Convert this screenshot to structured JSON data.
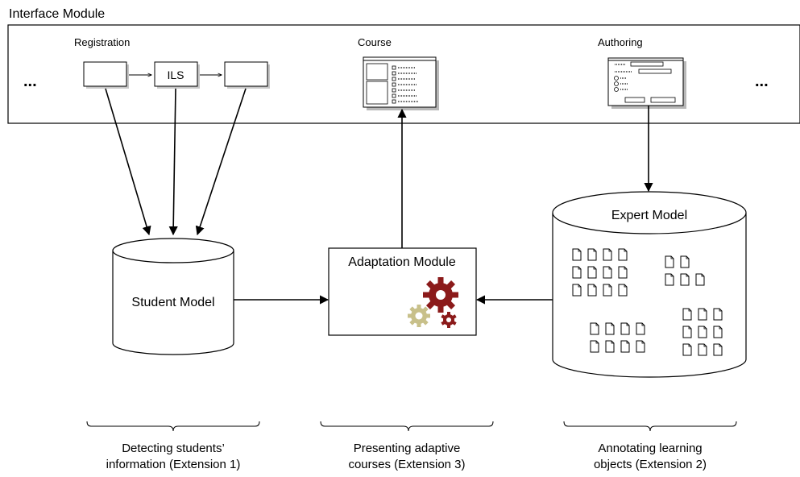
{
  "interface_module": {
    "title": "Interface Module",
    "left_ellipsis": "...",
    "right_ellipsis": "...",
    "registration": {
      "label": "Registration",
      "middle_box": "ILS"
    },
    "course": {
      "label": "Course"
    },
    "authoring": {
      "label": "Authoring"
    }
  },
  "student_model": {
    "label": "Student Model"
  },
  "adaptation_module": {
    "label": "Adaptation Module"
  },
  "expert_model": {
    "label": "Expert Model"
  },
  "captions": {
    "left": "Detecting students’\ninformation (Extension 1)",
    "middle": "Presenting adaptive\ncourses (Extension 3)",
    "right": "Annotating learning\nobjects (Extension 2)"
  },
  "colors": {
    "gear_large": "#8b1a1a",
    "gear_small": "#c8c08a",
    "line": "#000000",
    "icon_fill": "#ffffff"
  }
}
